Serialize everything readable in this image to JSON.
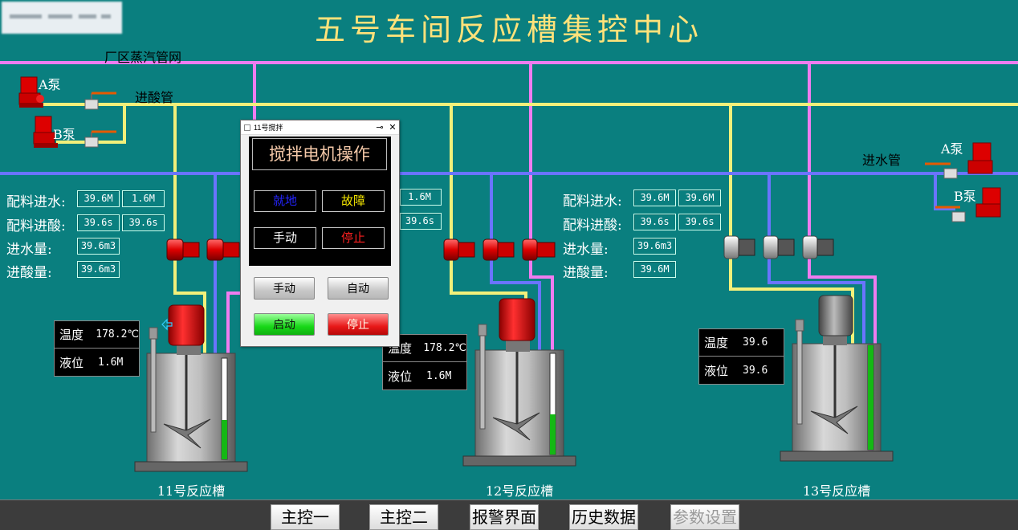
{
  "title": "五号车间反应槽集控中心",
  "pipes": {
    "steam": "厂区蒸汽管网",
    "acid": "进酸管",
    "water": "进水管"
  },
  "pumps": {
    "left_a": "A泵",
    "left_b": "B泵",
    "right_a": "A泵",
    "right_b": "B泵"
  },
  "left_params": {
    "labels": [
      "配料进水:",
      "配料进酸:",
      "进水量:",
      "进酸量:"
    ],
    "water_feed": [
      "39.6M",
      "1.6M"
    ],
    "acid_feed": [
      "39.6s",
      "39.6s"
    ],
    "water_qty": "39.6m3",
    "acid_qty": "39.6m3"
  },
  "mid_params": {
    "water_feed": "1.6M",
    "acid_feed": "39.6s"
  },
  "right_params": {
    "labels": [
      "配料进水:",
      "配料进酸:",
      "进水量:",
      "进酸量:"
    ],
    "water_feed": [
      "39.6M",
      "39.6M"
    ],
    "acid_feed": [
      "39.6s",
      "39.6s"
    ],
    "water_qty": "39.6m3",
    "acid_qty": "39.6M"
  },
  "tanks": [
    {
      "name": "11号反应槽",
      "temp_label": "温度",
      "temp": "178.2℃",
      "level_label": "液位",
      "level": "1.6M"
    },
    {
      "name": "12号反应槽",
      "temp_label": "温度",
      "temp": "178.2℃",
      "level_label": "液位",
      "level": "1.6M"
    },
    {
      "name": "13号反应槽",
      "temp_label": "温度",
      "temp": "39.6",
      "level_label": "液位",
      "level": "39.6"
    }
  ],
  "dialog": {
    "window_title": "11号搅拌",
    "pin": "⊸",
    "close": "✕",
    "heading": "搅拌电机操作",
    "status": {
      "local": "就地",
      "fault": "故障",
      "manual": "手动",
      "stop": "停止"
    },
    "buttons": {
      "manual": "手动",
      "auto": "自动",
      "start": "启动",
      "stop": "停止"
    }
  },
  "nav": [
    "主控一",
    "主控二",
    "报警界面",
    "历史数据",
    "参数设置"
  ],
  "colors": {
    "bg": "#0a7f7f",
    "steam": "#f07cf0",
    "acid": "#f2f07a",
    "water": "#6a74ff",
    "title": "#ffe27a"
  }
}
